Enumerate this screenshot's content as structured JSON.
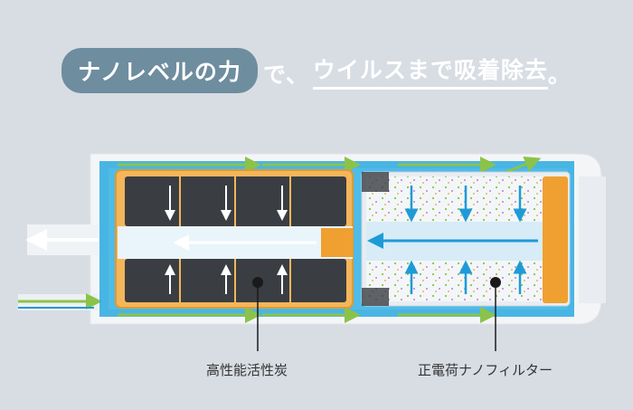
{
  "headline": {
    "pill_text": "ナノレベルの力",
    "prefix": "で、",
    "underlined": "ウイルスまで吸着除去",
    "suffix": "。"
  },
  "callouts": {
    "carbon_label": "高性能活性炭",
    "filter_label": "正電荷ナノフィルター"
  },
  "colors": {
    "background": "#d8dde4",
    "pill": "#6e8d9f",
    "water_flow_green": "#8bc34a",
    "water_flow_blue": "#1e9bd7",
    "core_orange": "#f0a030",
    "carbon_block": "#3a3d42"
  }
}
